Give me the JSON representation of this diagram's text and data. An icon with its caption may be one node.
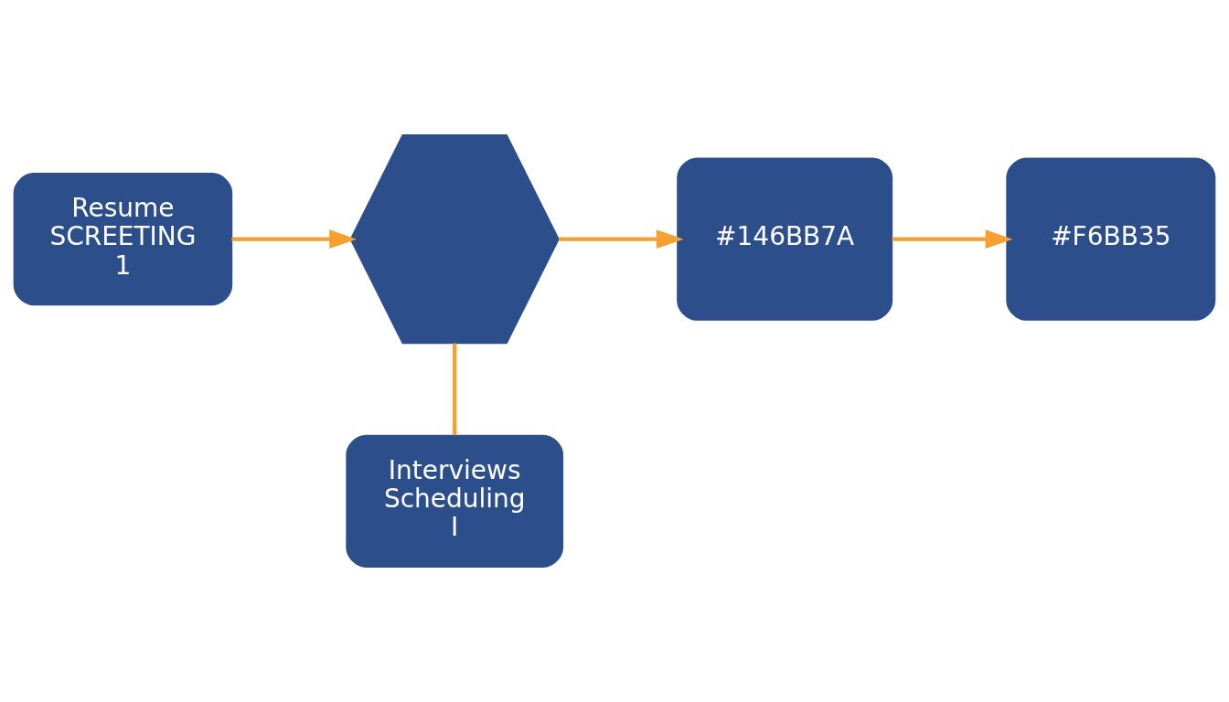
{
  "diagram": {
    "nodes": [
      {
        "text": [
          "Resume",
          "SCREETING",
          "1"
        ]
      },
      {
        "text": [],
        "shape": "hexagon"
      },
      {
        "text": [
          "Interviews",
          "Scheduling",
          "I"
        ]
      },
      {
        "text": [
          "#146BB7A"
        ]
      },
      {
        "text": [
          "#F6BB35"
        ]
      }
    ],
    "edges": [
      {
        "from": 0,
        "to": 1,
        "arrow": "to"
      },
      {
        "from": 1,
        "to": 3,
        "arrow": "to"
      },
      {
        "from": 1,
        "to": 2,
        "arrow": "none"
      },
      {
        "from": 3,
        "to": 4,
        "arrow": "to"
      }
    ]
  }
}
